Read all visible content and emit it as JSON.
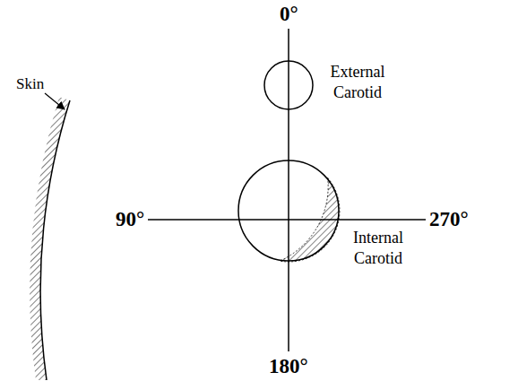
{
  "diagram": {
    "nodes": [
      {
        "text": [
          "External Carotid"
        ]
      },
      {
        "text": [
          "Internal Carotid"
        ]
      }
    ],
    "labels": [
      "0°",
      "90°",
      "270°",
      "180°",
      "Skin"
    ]
  }
}
